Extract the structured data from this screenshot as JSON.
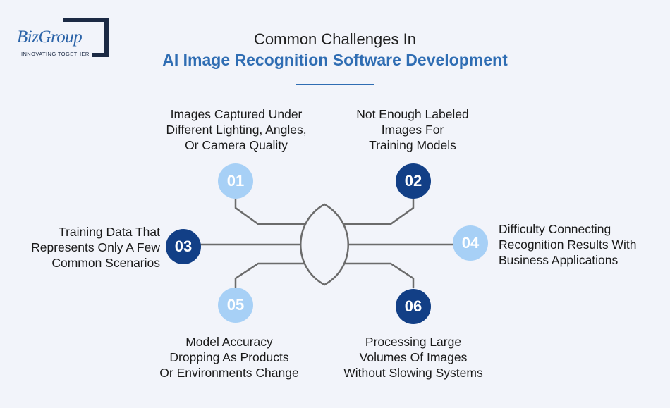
{
  "logo": {
    "name": "BizGroup",
    "tagline": "INNOVATING TOGETHER"
  },
  "title": {
    "line1": "Common Challenges In",
    "line2": "AI Image Recognition Software Development"
  },
  "colors": {
    "accent": "#2f6db3",
    "dark_circle": "#123f86",
    "light_circle": "#a7d0f6",
    "background": "#f2f4fa",
    "connector": "#6b6b6b"
  },
  "challenges": [
    {
      "number": "01",
      "text": "Images Captured Under\nDifferent Lighting, Angles,\nOr Camera Quality"
    },
    {
      "number": "02",
      "text": "Not Enough Labeled\nImages For\nTraining Models"
    },
    {
      "number": "03",
      "text": "Training Data That\nRepresents Only A Few\nCommon Scenarios"
    },
    {
      "number": "04",
      "text": "Difficulty Connecting\nRecognition Results With\nBusiness Applications"
    },
    {
      "number": "05",
      "text": "Model Accuracy\nDropping As Products\nOr Environments Change"
    },
    {
      "number": "06",
      "text": "Processing Large\nVolumes Of Images\nWithout Slowing Systems"
    }
  ]
}
